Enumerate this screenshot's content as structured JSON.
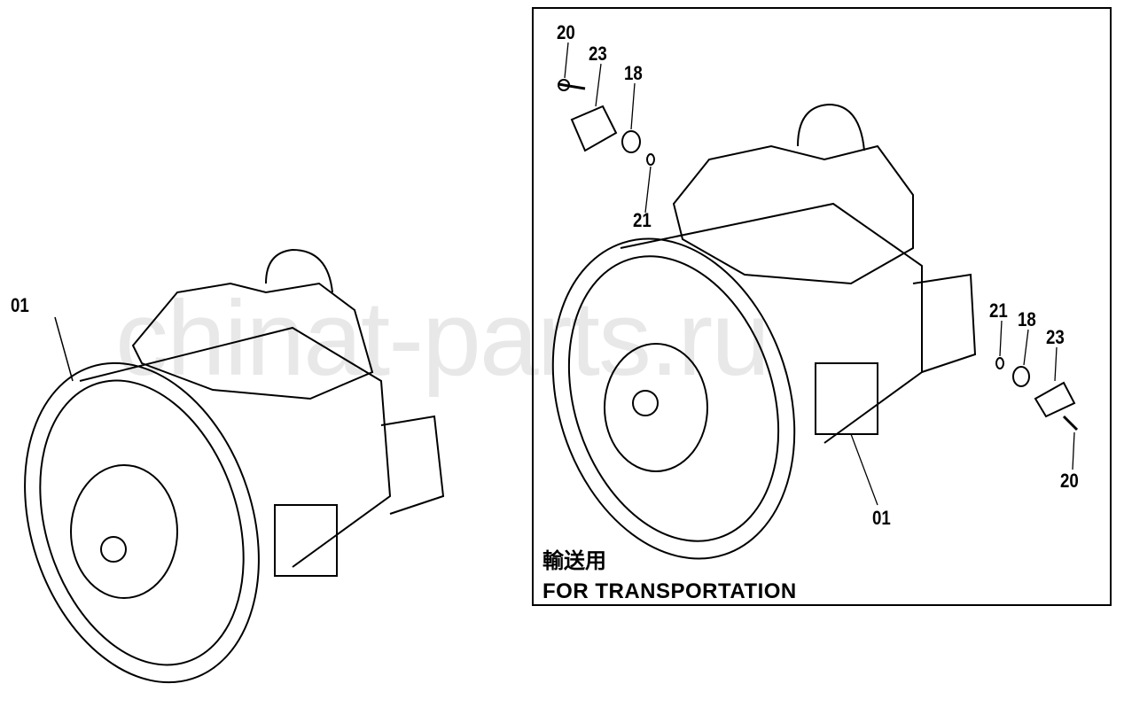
{
  "diagram": {
    "left_part_label": "01",
    "inset": {
      "caption_jp": "輸送用",
      "caption_en": "FOR TRANSPORTATION",
      "labels": {
        "bolt_top": "20",
        "flange_top": "23",
        "plug_top": "18",
        "oring_top": "21",
        "oring_right": "21",
        "plug_right": "18",
        "flange_right": "23",
        "bolt_right": "20",
        "pump": "01"
      }
    },
    "watermark": "chinat-parts.ru"
  }
}
